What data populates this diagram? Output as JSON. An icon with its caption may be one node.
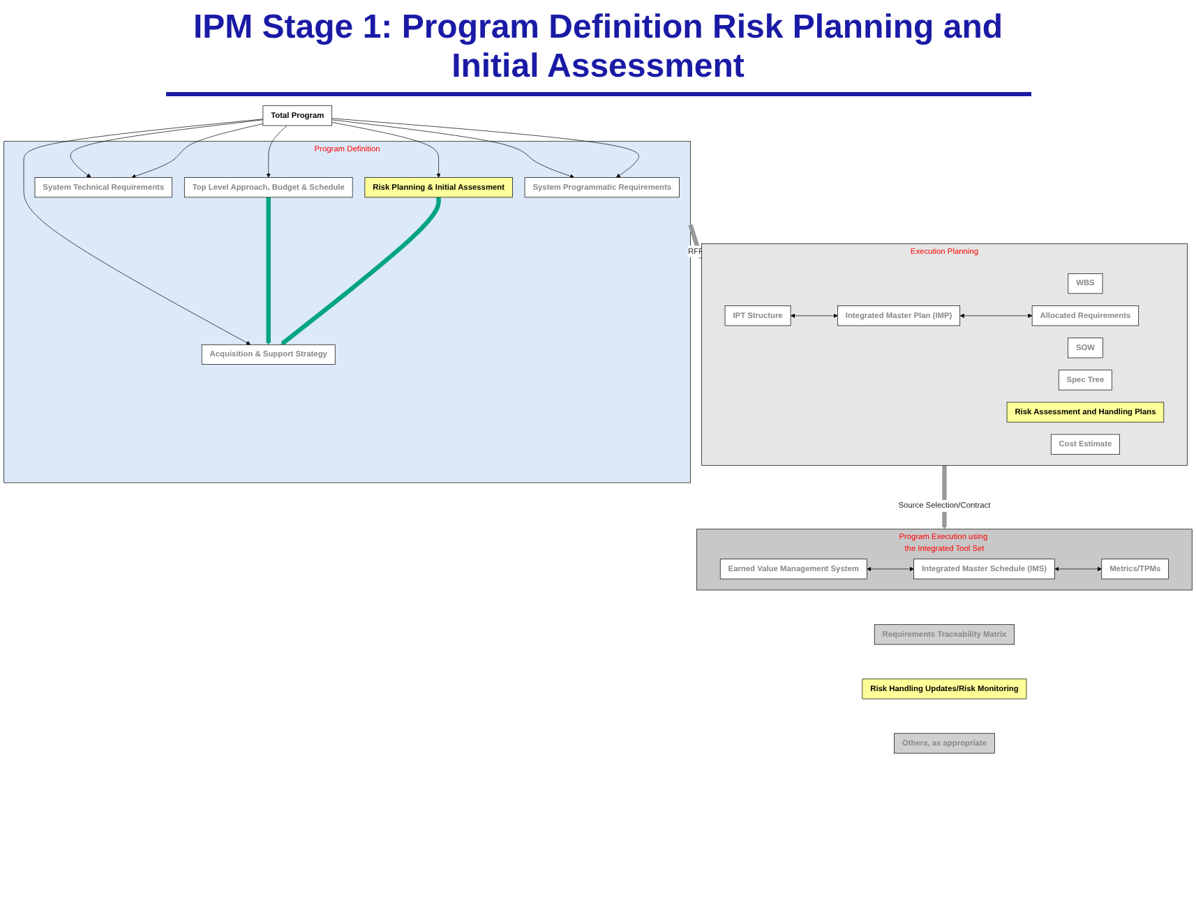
{
  "diagram": {
    "title": "IPM Stage 1: Program Definition Risk Planning and Initial Assessment",
    "nodes": [
      {
        "text": [
          "Total Program"
        ]
      },
      {
        "text": [
          "Program Definition"
        ]
      },
      {
        "text": [
          "System Programmatic Requirements"
        ],
        "in": 1
      },
      {
        "text": [
          "System Technical Requirements"
        ],
        "in": 1
      },
      {
        "text": [
          "Top Level Approach, Budget & Schedule"
        ],
        "in": 1
      },
      {
        "text": [
          "Risk Planning & Initial Assessment"
        ],
        "in": 1
      },
      {
        "text": [
          "Acquisition & Support Strategy"
        ],
        "in": 1
      },
      {
        "text": [
          "Execution Planning"
        ]
      },
      {
        "text": [
          "WBS"
        ],
        "in": 7
      },
      {
        "text": [
          "IPT Structure"
        ],
        "in": 7
      },
      {
        "text": [
          "SOW"
        ],
        "in": 7
      },
      {
        "text": [
          "Integrated Master Plan (IMP)"
        ],
        "in": 7
      },
      {
        "text": [
          "Spec Tree"
        ],
        "in": 7
      },
      {
        "text": [
          "Allocated Requirements"
        ],
        "in": 7
      },
      {
        "text": [
          "Risk Assessment and Handling Plans"
        ],
        "in": 7
      },
      {
        "text": [
          "Cost Estimate"
        ],
        "in": 7
      },
      {
        "text": [
          "Program Execution using the Integrated Tool Set"
        ]
      },
      {
        "text": [
          "Earned Value Management System"
        ],
        "in": 16
      },
      {
        "text": [
          "Integrated Master Schedule (IMS)"
        ],
        "in": 16
      },
      {
        "text": [
          "Metrics/TPMs"
        ],
        "in": 16
      },
      {
        "text": [
          "Requirements Traceability Matrix"
        ]
      },
      {
        "text": [
          "Risk Handling Updates/Risk Monitoring"
        ]
      },
      {
        "text": [
          "Others, as appropriate"
        ]
      }
    ],
    "edges": [
      {
        "from": 0,
        "to": 2,
        "arrow": "to"
      },
      {
        "from": 0,
        "to": 3,
        "arrow": "to"
      },
      {
        "from": 0,
        "to": 2,
        "arrow": "to"
      },
      {
        "from": 0,
        "to": 3,
        "arrow": "to"
      },
      {
        "from": 0,
        "to": 4,
        "arrow": "to"
      },
      {
        "from": 0,
        "to": 6,
        "arrow": "to"
      },
      {
        "from": 0,
        "to": 5,
        "arrow": "to"
      },
      {
        "from": 4,
        "to": 6,
        "arrow": "to",
        "style": "thick",
        "color": "#00a383"
      },
      {
        "from": 5,
        "to": 6,
        "arrow": "to",
        "style": "thick",
        "color": "#00a383"
      },
      {
        "from": 1,
        "to": 7,
        "arrow": "to",
        "label": "RFP",
        "style": "thick",
        "color": "#999999"
      },
      {
        "from": 9,
        "to": 11,
        "arrow": "both"
      },
      {
        "from": 11,
        "to": 13,
        "arrow": "both"
      },
      {
        "from": 7,
        "to": 16,
        "arrow": "to",
        "label": "Source Selection/Contract",
        "style": "thick",
        "color": "#999999"
      },
      {
        "from": 17,
        "to": 18,
        "arrow": "both"
      },
      {
        "from": 18,
        "to": 19,
        "arrow": "both"
      }
    ]
  }
}
